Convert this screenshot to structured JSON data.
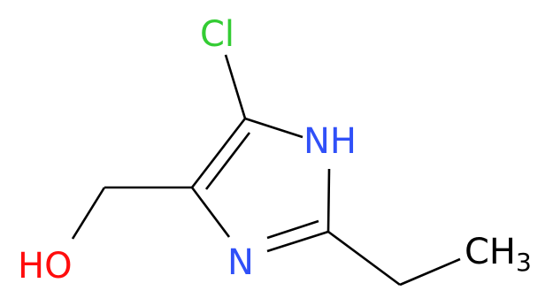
{
  "molecule": {
    "atoms": [
      {
        "id": "cl",
        "element": "Cl",
        "label": "Cl",
        "color": "#33cc33"
      },
      {
        "id": "nh",
        "element": "N",
        "label": "NH",
        "color": "#3050f8"
      },
      {
        "id": "n",
        "element": "N",
        "label": "N",
        "color": "#3050f8"
      },
      {
        "id": "oh",
        "element": "O",
        "label": "HO",
        "color": "#ff0d0d"
      },
      {
        "id": "ch3",
        "element": "C",
        "label": "CH",
        "subscript": "3",
        "color": "#000000"
      }
    ],
    "bonds": [
      {
        "id": "c5-cl",
        "order": 1
      },
      {
        "id": "c5-n1",
        "order": 1
      },
      {
        "id": "n1-c2",
        "order": 1
      },
      {
        "id": "c2-n3",
        "order": 2
      },
      {
        "id": "n3-c4",
        "order": 1
      },
      {
        "id": "c4-c5",
        "order": 2
      },
      {
        "id": "c4-ch2",
        "order": 1
      },
      {
        "id": "ch2-oh",
        "order": 1
      },
      {
        "id": "c2-ch2b",
        "order": 1
      },
      {
        "id": "ch2b-ch3",
        "order": 1
      }
    ]
  }
}
